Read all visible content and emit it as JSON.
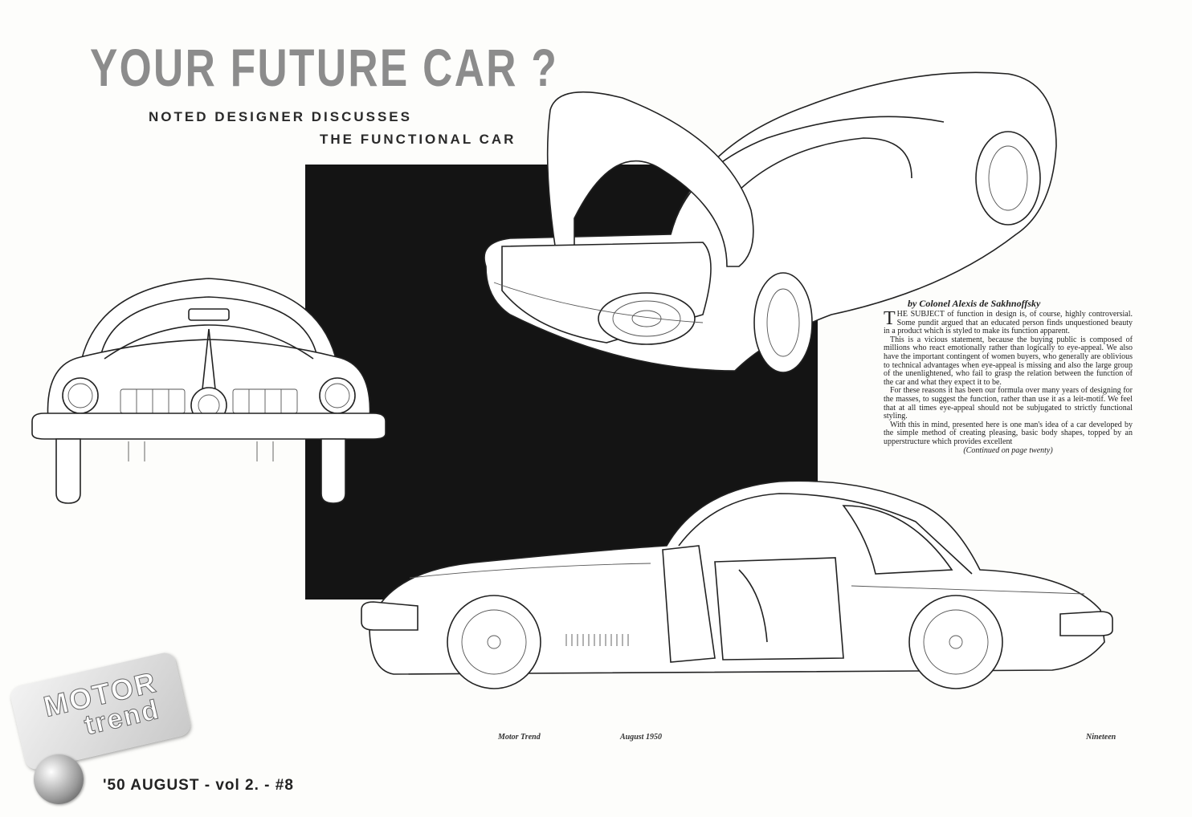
{
  "title": "YOUR FUTURE CAR ?",
  "subtitle_line1": "NOTED DESIGNER DISCUSSES",
  "subtitle_line2": "THE FUNCTIONAL CAR",
  "byline": "by Colonel Alexis de Sakhnoffsky",
  "article": {
    "dropcap": "T",
    "p1": "HE SUBJECT of function in design is, of course, highly controversial. Some pundit argued that an educated person finds unquestioned beauty in a product which is styled to make its function apparent.",
    "p2": "This is a vicious statement, because the buying public is composed of millions who react emotionally rather than logically to eye-appeal. We also have the important contingent of women buyers, who generally are oblivious to technical advantages when eye-appeal is missing and also the large group of the unenlightened, who fail to grasp the relation between the function of the car and what they expect it to be.",
    "p3": "For these reasons it has been our formula over many years of designing for the masses, to suggest the function, rather than use it as a leit-motif. We feel that at all times eye-appeal should not be subjugated to strictly functional styling.",
    "p4": "With this in mind, presented here is one man's idea of a car developed by the simple method of creating pleasing, basic body shapes, topped by an upperstructure which provides excellent",
    "continued": "(Continued on page twenty)"
  },
  "footer": {
    "left": "Motor Trend",
    "center": "August 1950",
    "right": "Nineteen"
  },
  "logo": {
    "line1": "MOTOR",
    "line2": "trend"
  },
  "issue": "'50 AUGUST - vol 2. - #8",
  "colors": {
    "title_gray": "#8c8c8c",
    "panel_black": "#141414",
    "paper": "#fdfdfb"
  },
  "illustrations": [
    "front-view-car-drawing",
    "rear-trunk-open-car-drawing",
    "side-view-car-doors-open-drawing"
  ]
}
